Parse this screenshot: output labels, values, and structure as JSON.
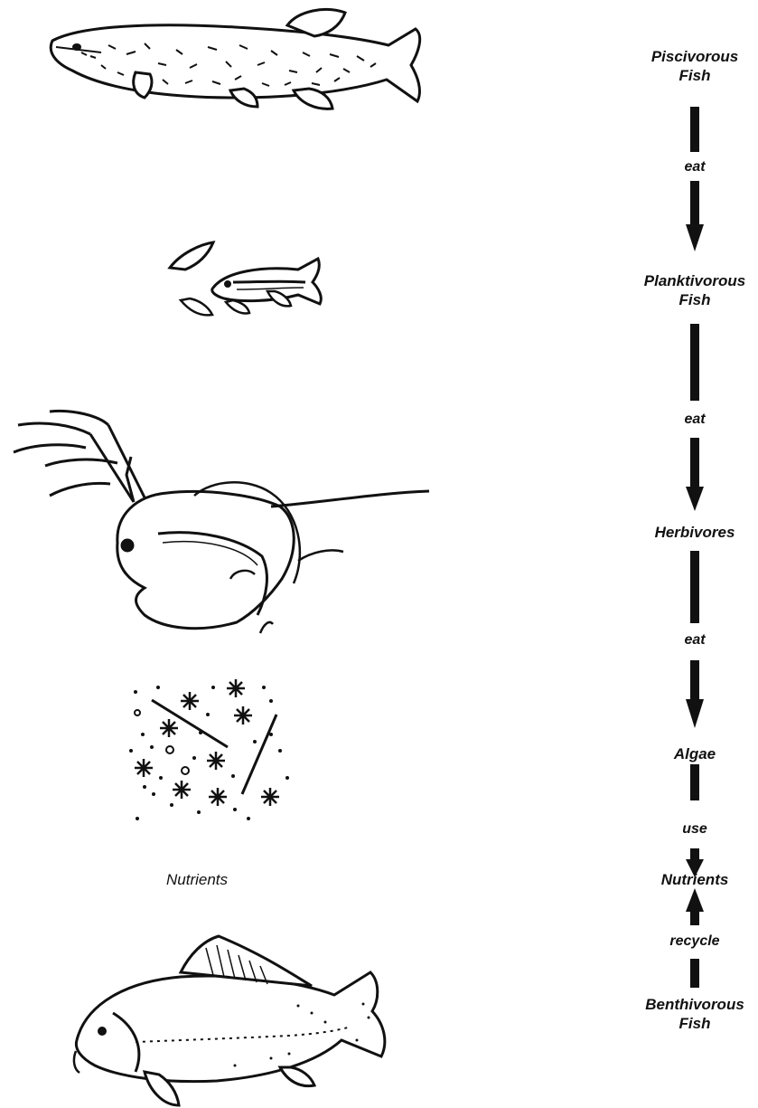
{
  "figure": {
    "illustrations": [
      {
        "name": "pike-illustration"
      },
      {
        "name": "minnow-illustration"
      },
      {
        "name": "daphnia-illustration"
      },
      {
        "name": "algae-illustration"
      },
      {
        "name": "carp-illustration"
      }
    ],
    "left_caption": "Nutrients",
    "chain": [
      {
        "line1": "Piscivorous",
        "line2": "Fish"
      },
      {
        "verb": "eat"
      },
      {
        "line1": "Planktivorous",
        "line2": "Fish"
      },
      {
        "verb": "eat"
      },
      {
        "line1": "Herbivores"
      },
      {
        "verb": "eat"
      },
      {
        "line1": "Algae"
      },
      {
        "verb": "use"
      },
      {
        "line1": "Nutrients"
      },
      {
        "verb": "recycle"
      },
      {
        "line1": "Benthivorous",
        "line2": "Fish"
      }
    ]
  },
  "colors": {
    "ink": "#111111",
    "background": "#ffffff"
  }
}
